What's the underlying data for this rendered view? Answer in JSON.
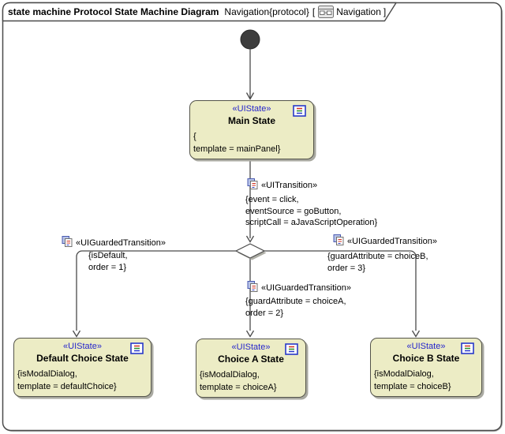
{
  "frame": {
    "title_bold": "state machine Protocol State Machine Diagram",
    "title_context": "Navigation{protocol}",
    "bracket_open": "[",
    "nav_label": "Navigation",
    "bracket_close": "]"
  },
  "states": [
    {
      "stereotype": "«UIState»",
      "name": "Main State",
      "attributes": [
        "{",
        "template = mainPanel}"
      ]
    },
    {
      "stereotype": "«UIState»",
      "name": "Default Choice State",
      "attributes": [
        "{isModalDialog,",
        "template = defaultChoice}"
      ]
    },
    {
      "stereotype": "«UIState»",
      "name": "Choice A State",
      "attributes": [
        "{isModalDialog,",
        "template = choiceA}"
      ]
    },
    {
      "stereotype": "«UIState»",
      "name": "Choice B State",
      "attributes": [
        "{isModalDialog,",
        "template = choiceB}"
      ]
    }
  ],
  "transitions": [
    {
      "stereotype": "«UITransition»",
      "attributes": [
        "{event = click,",
        "eventSource = goButton,",
        "scriptCall = aJavaScriptOperation}"
      ]
    },
    {
      "stereotype": "«UIGuardedTransition»",
      "attributes": [
        "{isDefault,",
        "order = 1}"
      ]
    },
    {
      "stereotype": "«UIGuardedTransition»",
      "attributes": [
        "{guardAttribute = choiceA,",
        "order = 2}"
      ]
    },
    {
      "stereotype": "«UIGuardedTransition»",
      "attributes": [
        "{guardAttribute = choiceB,",
        "order = 3}"
      ]
    }
  ],
  "colors": {
    "state_fill": "#ececc5",
    "state_border": "#54544a",
    "stereotype_blue": "#2525cc",
    "line": "#4a4a4a",
    "initial_node": "#3d3d3d"
  }
}
